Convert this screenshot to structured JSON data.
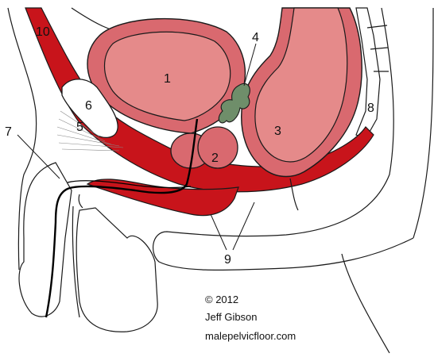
{
  "labels": {
    "n1": "1",
    "n2": "2",
    "n3": "3",
    "n4": "4",
    "n5": "5",
    "n6": "6",
    "n7": "7",
    "n8": "8",
    "n9": "9",
    "n10": "10"
  },
  "credit": {
    "copyright": "© 2012",
    "author": "Jeff Gibson",
    "site": "malepelvicfloor.com"
  },
  "colors": {
    "outline": "#1a1a1a",
    "organ_outer": "#d9696f",
    "organ_inner": "#e58a8a",
    "muscle": "#c8141b",
    "green": "#6f8e6a",
    "bone": "#ffffff"
  }
}
